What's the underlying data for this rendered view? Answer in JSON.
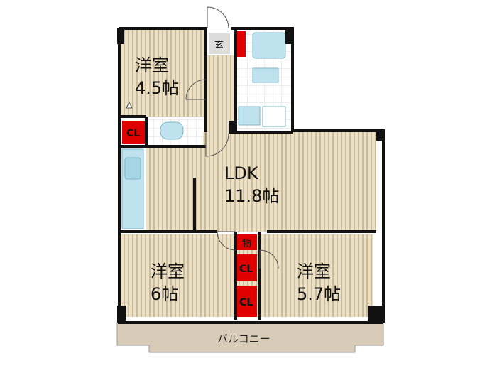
{
  "rooms": {
    "western_1": {
      "name": "洋室",
      "size": "4.5帖"
    },
    "ldk": {
      "name": "LDK",
      "size": "11.8帖"
    },
    "western_2": {
      "name": "洋室",
      "size": "6帖"
    },
    "western_3": {
      "name": "洋室",
      "size": "5.7帖"
    }
  },
  "labels": {
    "entrance": "玄",
    "storage": "物",
    "closet": "CL",
    "balcony": "バルコニー"
  },
  "colors": {
    "wall": "#111111",
    "floor": "#e7dcc0",
    "floor_stripe": "#c9b78f",
    "closet": "#e00000",
    "wet_area": "#bfe3ee",
    "balcony": "#d8ccb8"
  }
}
